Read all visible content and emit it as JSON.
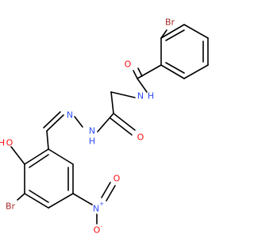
{
  "structure": {
    "atoms": [
      {
        "id": "br1",
        "text": "Br",
        "color": "#a62929"
      },
      {
        "id": "o_amide1",
        "text": "O",
        "color": "#ff0d0d"
      },
      {
        "id": "n_amide1",
        "text": "N",
        "color": "#3050f8"
      },
      {
        "id": "h_amide1",
        "text": "H",
        "color": "#3050f8"
      },
      {
        "id": "n_imine",
        "text": "N",
        "color": "#3050f8"
      },
      {
        "id": "n_hydrazide",
        "text": "N",
        "color": "#3050f8"
      },
      {
        "id": "h_hydrazide",
        "text": "H",
        "color": "#3050f8"
      },
      {
        "id": "o_amide2",
        "text": "O",
        "color": "#ff0d0d"
      },
      {
        "id": "o_hydroxyl",
        "text": "O",
        "color": "#ff0d0d"
      },
      {
        "id": "h_hydroxyl",
        "text": "H",
        "color": "#ff0d0d"
      },
      {
        "id": "br2",
        "text": "Br",
        "color": "#a62929"
      },
      {
        "id": "n_nitro",
        "text": "N",
        "color": "#3050f8"
      },
      {
        "id": "n_nitro_charge",
        "text": "+",
        "color": "#3050f8"
      },
      {
        "id": "o_nitro1",
        "text": "O",
        "color": "#ff0d0d"
      },
      {
        "id": "o_nitro2",
        "text": "O",
        "color": "#ff0d0d"
      },
      {
        "id": "o_nitro2_charge",
        "text": "-",
        "color": "#ff0d0d"
      }
    ]
  }
}
